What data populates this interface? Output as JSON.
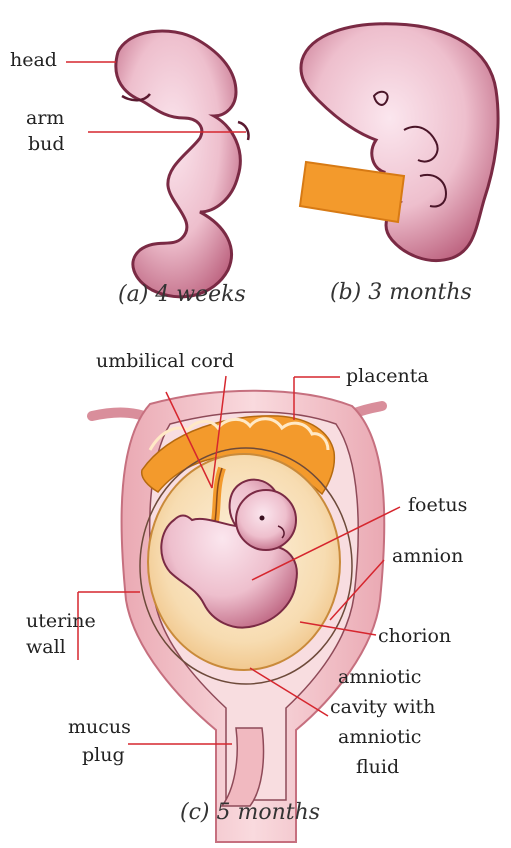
{
  "figure_a": {
    "caption": "(a) 4 weeks",
    "labels": {
      "head": "head",
      "arm_bud_1": "arm",
      "arm_bud_2": "bud"
    }
  },
  "figure_b": {
    "caption": "(b) 3 months"
  },
  "figure_c": {
    "caption": "(c) 5 months",
    "labels": {
      "umbilical_cord": "umbilical cord",
      "placenta": "placenta",
      "foetus": "foetus",
      "amnion": "amnion",
      "chorion": "chorion",
      "uterine_wall_1": "uterine",
      "uterine_wall_2": "wall",
      "mucus_plug_1": "mucus",
      "mucus_plug_2": "plug",
      "amniotic_1": "amniotic",
      "amniotic_2": "cavity with",
      "amniotic_3": "amniotic",
      "amniotic_4": "fluid"
    }
  },
  "colors": {
    "skin": "#e9b6c4",
    "skin_dark": "#8a3a52",
    "orange": "#f39a2c",
    "fluid": "#f6d6a8",
    "uterus": "#f2c2c8",
    "leader": "#d6262e"
  }
}
